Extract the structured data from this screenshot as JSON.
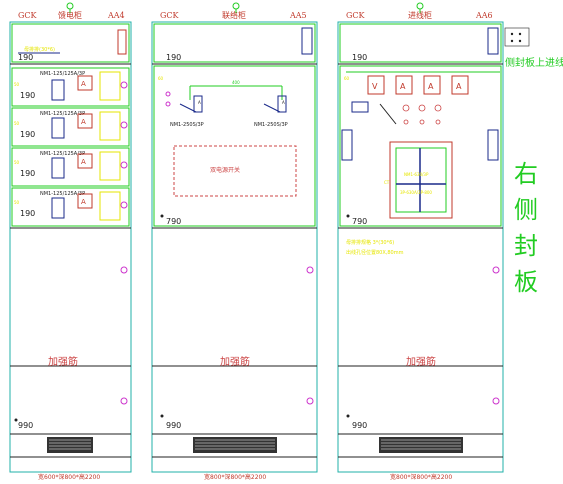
{
  "colors": {
    "cabinet_line": "#20b2aa",
    "title_red": "#c0392b",
    "breaker_blue": "#1a2a8a",
    "green": "#22cc22",
    "magenta": "#cc33cc",
    "yellow": "#e6e600",
    "text_dark": "#222222",
    "reinforce_red": "#cc4444",
    "dashed_red": "#cc4444"
  },
  "cabinets": [
    {
      "code": "GCK",
      "name": "馈电柜",
      "id": "AA4",
      "heights": [
        "190",
        "190",
        "190",
        "190",
        "190",
        "990"
      ],
      "top_note": "母排排(30*6)",
      "breaker_label": "NM1-125/125A/3P",
      "small_label": "50",
      "reinforce": "加强筋",
      "dims": "宽600*深800*高2200"
    },
    {
      "code": "GCK",
      "name": "联络柜",
      "id": "AA5",
      "heights": [
        "190",
        "790",
        "990"
      ],
      "breaker_label_left": "NM1-250S/3P",
      "breaker_label_right": "NM1-250S/3P",
      "bus_label": "400",
      "dual_label": "双电源开关",
      "small_label": "60",
      "reinforce": "加强筋",
      "dims": "宽800*深800*高2200"
    },
    {
      "code": "GCK",
      "name": "进线柜",
      "id": "AA6",
      "heights": [
        "190",
        "790",
        "990"
      ],
      "meters": [
        "V",
        "A",
        "A",
        "A"
      ],
      "breaker_label": "NM1-630/3P",
      "breaker_label2": "3P-630A/3P-800",
      "ct_label": "CT",
      "note1": "母排排规格 3*(30*6)",
      "note2": "出线孔径位置80X,80mm",
      "small_label": "60",
      "reinforce": "加强筋",
      "dims": "宽800*深800*高2200"
    }
  ],
  "side_note_top": "侧封板上进线",
  "side_note_big": [
    "右",
    "侧",
    "封",
    "板"
  ]
}
